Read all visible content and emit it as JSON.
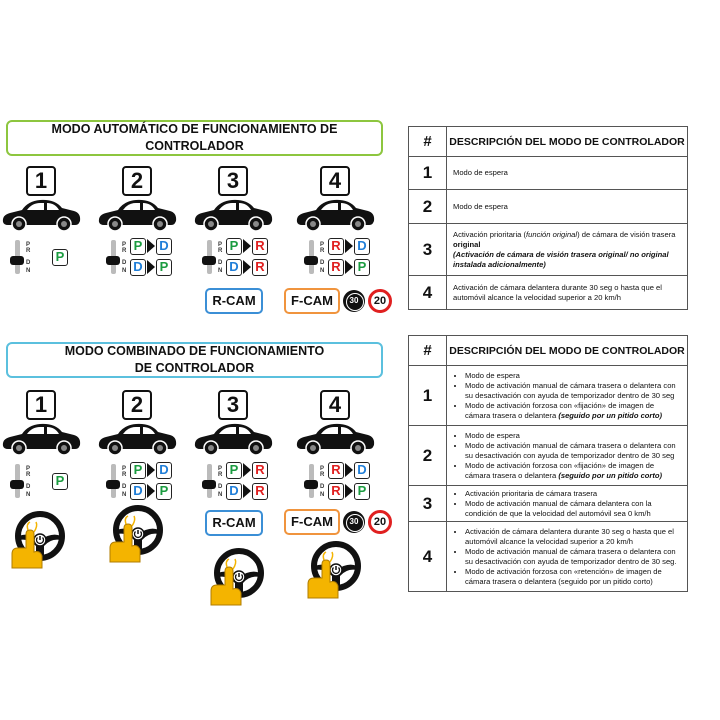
{
  "section1": {
    "title_line1": "MODO AUTOMÁTICO DE FUNCIONAMIENTO DE",
    "title_line2": "CONTROLADOR"
  },
  "section2": {
    "title_line1": "MODO COMBINADO DE FUNCIONAMIENTO",
    "title_line2": "DE CONTROLADOR"
  },
  "mode_numbers": [
    "1",
    "2",
    "3",
    "4"
  ],
  "gear_letters": {
    "p": "P",
    "r": "R",
    "d": "D",
    "n": "N"
  },
  "displays": {
    "col1": [
      "P"
    ],
    "col2": [
      "P",
      "D",
      "D",
      "P"
    ],
    "col3": [
      "P",
      "R",
      "D",
      "R"
    ],
    "col4": [
      "R",
      "D",
      "R",
      "P"
    ]
  },
  "colors": {
    "P": "#1a9b3f",
    "D": "#1f7ed8",
    "R": "#e02020",
    "green_frame": "#8dc63f",
    "blue_frame": "#5bc0de",
    "rcam_frame": "#3b8fd6",
    "fcam_frame": "#f0943d",
    "hand": "#f4b400"
  },
  "labels": {
    "rcam": "R-CAM",
    "fcam": "F-CAM",
    "timer": "30",
    "speed": "20"
  },
  "icons": [
    "car-icon",
    "gear-shifter-icon",
    "steering-wheel-icon",
    "hand-press-icon",
    "timer-icon",
    "speed-limit-icon",
    "arrow-right-icon"
  ],
  "table1": {
    "header_hash": "#",
    "header_desc": "DESCRIPCIÓN DEL MODO DE CONTROLADOR",
    "rows": [
      {
        "num": "1",
        "text": "Modo de espera"
      },
      {
        "num": "2",
        "text": "Modo de espera"
      },
      {
        "num": "3",
        "p1": "Activación prioritaria (",
        "p1_it": "función original",
        "p1_b": ") de cámara de visión trasera ",
        "p1_bold": "original",
        "p2": "(Activación de cámara de visión trasera original/ no original",
        "p3": "instalada adicionalmente)"
      },
      {
        "num": "4",
        "text": "Activación de cámara delantera durante 30 seg o hasta que el automóvil alcance la velocidad superior a 20 km/h"
      }
    ]
  },
  "table2": {
    "header_hash": "#",
    "header_desc": "DESCRIPCIÓN DEL MODO DE CONTROLADOR",
    "rows": [
      {
        "num": "1",
        "items": [
          "Modo de espera",
          "Modo de activación manual de cámara trasera o delantera con su desactivación con ayuda de temporizador dentro de 30 seg",
          "Modo de activación forzosa con «fijación» de imagen de cámara trasera o delantera",
          "(seguido por un pitido corto)"
        ]
      },
      {
        "num": "2",
        "items": [
          "Modo de espera",
          "Modo de activación manual de cámara trasera o delantera con su desactivación con ayuda de temporizador dentro de 30 seg",
          "Modo de activación forzosa con «fijación» de imagen de cámara trasera o delantera",
          "(seguido por un pitido corto)"
        ]
      },
      {
        "num": "3",
        "items": [
          "Activación prioritaria de cámara trasera",
          "Modo de activación manual de cámara delantera con la condición de que la velocidad del automóvil sea 0 km/h"
        ]
      },
      {
        "num": "4",
        "items": [
          "Activación de cámara delantera durante 30 seg o hasta que el automóvil alcance la velocidad superior a 20 km/h",
          "Modo de activación manual de cámara trasera o delantera con su desactivación con ayuda de temporizador dentro de 30 seg.",
          "Modo de activación forzosa con «retención» de imagen de cámara trasera o delantera (seguido por un pitido corto)"
        ]
      }
    ]
  }
}
